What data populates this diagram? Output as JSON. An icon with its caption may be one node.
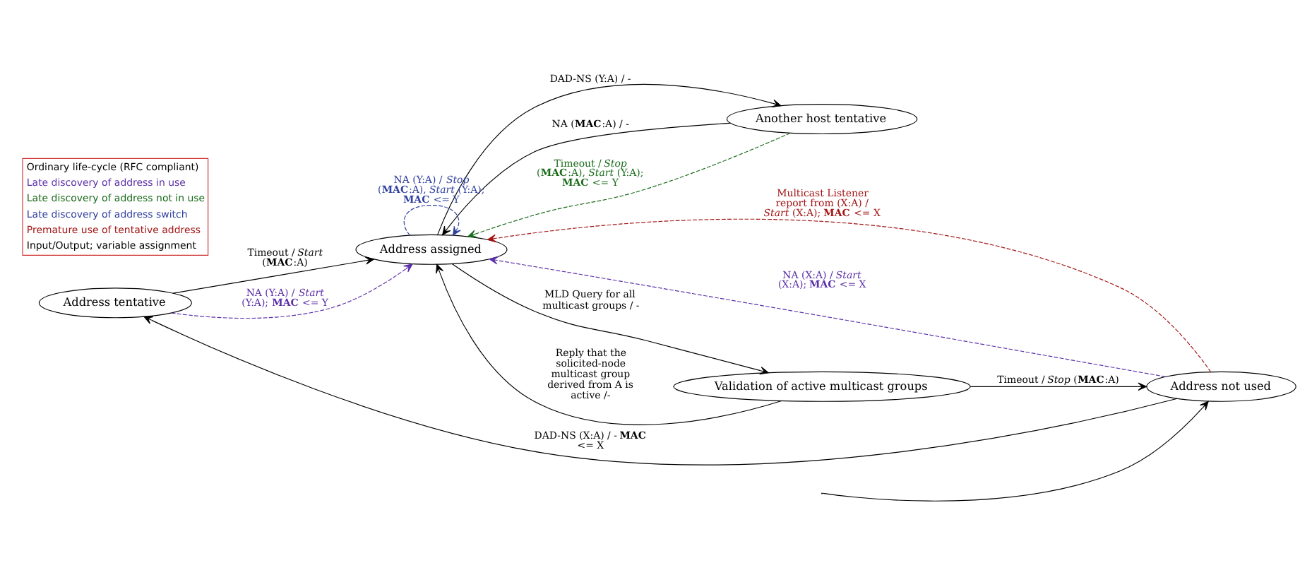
{
  "diagram": {
    "nodes": [
      {
        "text": [
          "Address tentative"
        ]
      },
      {
        "text": [
          "Another host tentative"
        ]
      },
      {
        "text": [
          "Address not used"
        ]
      },
      {
        "text": [
          "Address assigned"
        ]
      },
      {
        "text": [
          "Validation of active multicast groups"
        ]
      }
    ],
    "edges": [
      {
        "from": null,
        "to": 2,
        "arrow": "to"
      },
      {
        "from": 2,
        "to": 0,
        "arrow": "to",
        "label": "DAD-NS (X:A) / - **MAC** <= X"
      },
      {
        "from": 0,
        "to": 3,
        "arrow": "to",
        "label": "Timeout / *Start* (**MAC**:A)"
      },
      {
        "from": 0,
        "to": 3,
        "arrow": "to",
        "label": "NA (Y:A) / *Start* (Y:A); **MAC** <= Y",
        "style": "dashed",
        "color": "#5b2fa8"
      },
      {
        "from": 2,
        "to": 3,
        "arrow": "to",
        "label": "Multicast Listener report from (X:A) / *Start* (X:A); **MAC** <= X",
        "style": "dashed",
        "color": "#a31515"
      },
      {
        "from": 2,
        "to": 3,
        "arrow": "to",
        "label": "NA (X:A) / *Start* (X:A); **MAC** <= X",
        "style": "dashed",
        "color": "#5b2fa8"
      },
      {
        "from": 3,
        "to": 1,
        "arrow": "to",
        "label": "DAD-NS (Y:A) / -"
      },
      {
        "from": 1,
        "to": 3,
        "arrow": "to",
        "label": "NA (**MAC**:A) / -"
      },
      {
        "from": 1,
        "to": 3,
        "arrow": "to",
        "label": "Timeout / *Stop* (**MAC**:A), *Start* (Y:A); **MAC** <= Y",
        "style": "dashed",
        "color": "#1a6b1a"
      },
      {
        "from": 3,
        "to": 3,
        "arrow": "to",
        "label": "NA (Y:A) / *Stop* (**MAC**:A), *Start* (Y:A); **MAC** <= Y",
        "style": "dashed",
        "color": "#2f3f9f"
      },
      {
        "from": 4,
        "to": 2,
        "arrow": "to",
        "label": "Timeout / *Stop* (**MAC**:A)"
      },
      {
        "from": 3,
        "to": 4,
        "arrow": "to",
        "label": "MLD Query for all multicast groups / -"
      },
      {
        "from": 4,
        "to": 3,
        "arrow": "to",
        "label": "Reply that the solicited-node multicast group derived from A is active /-"
      }
    ],
    "legend": [
      {
        "text": "Ordinary life-cycle (RFC compliant)"
      },
      {
        "text": "Late discovery of address in use"
      },
      {
        "text": "Late discovery of address not in use"
      },
      {
        "text": "Late discovery of address switch"
      },
      {
        "text": "Premature use of tentative address"
      },
      {
        "text": "Input/Output; variable assignment"
      }
    ]
  }
}
